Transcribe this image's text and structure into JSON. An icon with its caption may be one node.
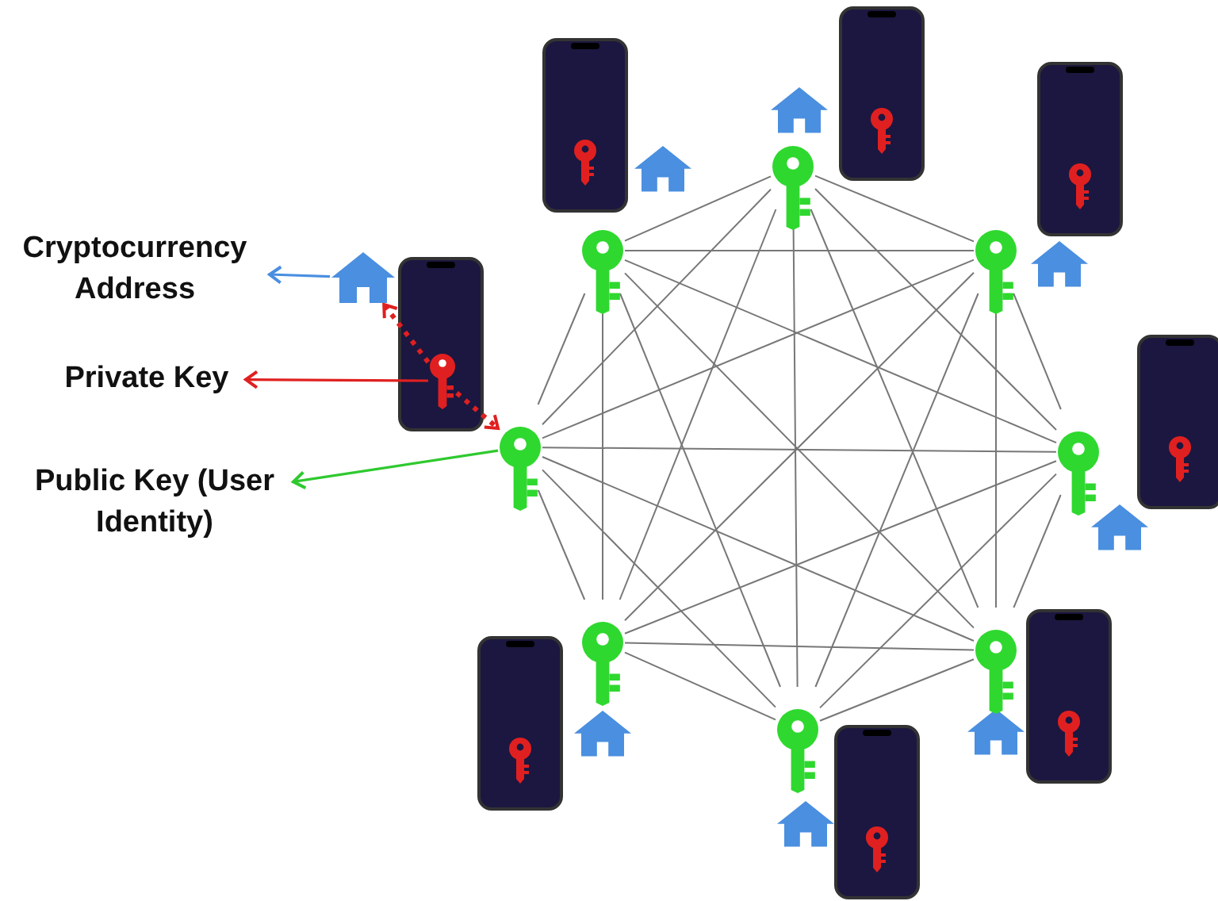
{
  "diagram": {
    "nodes": [
      {
        "text": [
          "Cryptocurrency Address"
        ]
      },
      {
        "text": [
          "Private Key"
        ]
      },
      {
        "text": [
          "Public Key (User Identity)"
        ]
      },
      {
        "text": [],
        "shape": "house"
      },
      {
        "text": [],
        "shape": "key"
      },
      {
        "text": [],
        "shape": "key"
      },
      {
        "text": [],
        "shape": "key"
      },
      {
        "text": [],
        "shape": "key"
      },
      {
        "text": [],
        "shape": "key"
      },
      {
        "text": [],
        "shape": "key"
      },
      {
        "text": [],
        "shape": "key"
      },
      {
        "text": [],
        "shape": "key"
      },
      {
        "text": [],
        "shape": "key"
      }
    ],
    "edges": [
      {
        "from": 3,
        "to": 0,
        "arrow": "to",
        "color": "#4a8fe0"
      },
      {
        "from": 4,
        "to": 1,
        "arrow": "to",
        "color": "#e02020"
      },
      {
        "from": 11,
        "to": 2,
        "arrow": "to",
        "color": "#2fc92f"
      },
      {
        "from": 4,
        "to": 3,
        "arrow": "to",
        "style": "dashed",
        "color": "#e02020"
      },
      {
        "from": 4,
        "to": 11,
        "arrow": "to",
        "style": "dashed",
        "color": "#e02020"
      },
      {
        "from": 5,
        "to": 6,
        "arrow": "none"
      },
      {
        "from": 5,
        "to": 7,
        "arrow": "none"
      },
      {
        "from": 5,
        "to": 8,
        "arrow": "none"
      },
      {
        "from": 5,
        "to": 9,
        "arrow": "none"
      },
      {
        "from": 5,
        "to": 10,
        "arrow": "none"
      },
      {
        "from": 5,
        "to": 11,
        "arrow": "none"
      },
      {
        "from": 5,
        "to": 12,
        "arrow": "none"
      },
      {
        "from": 6,
        "to": 7,
        "arrow": "none"
      },
      {
        "from": 6,
        "to": 8,
        "arrow": "none"
      },
      {
        "from": 6,
        "to": 9,
        "arrow": "none"
      },
      {
        "from": 6,
        "to": 10,
        "arrow": "none"
      },
      {
        "from": 6,
        "to": 11,
        "arrow": "none"
      },
      {
        "from": 6,
        "to": 12,
        "arrow": "none"
      },
      {
        "from": 7,
        "to": 8,
        "arrow": "none"
      },
      {
        "from": 7,
        "to": 9,
        "arrow": "none"
      },
      {
        "from": 7,
        "to": 10,
        "arrow": "none"
      },
      {
        "from": 7,
        "to": 11,
        "arrow": "none"
      },
      {
        "from": 7,
        "to": 12,
        "arrow": "none"
      },
      {
        "from": 8,
        "to": 9,
        "arrow": "none"
      },
      {
        "from": 8,
        "to": 10,
        "arrow": "none"
      },
      {
        "from": 8,
        "to": 11,
        "arrow": "none"
      },
      {
        "from": 8,
        "to": 12,
        "arrow": "none"
      },
      {
        "from": 9,
        "to": 10,
        "arrow": "none"
      },
      {
        "from": 9,
        "to": 11,
        "arrow": "none"
      },
      {
        "from": 9,
        "to": 12,
        "arrow": "none"
      },
      {
        "from": 10,
        "to": 11,
        "arrow": "none"
      },
      {
        "from": 10,
        "to": 12,
        "arrow": "none"
      },
      {
        "from": 11,
        "to": 12,
        "arrow": "none"
      }
    ]
  }
}
